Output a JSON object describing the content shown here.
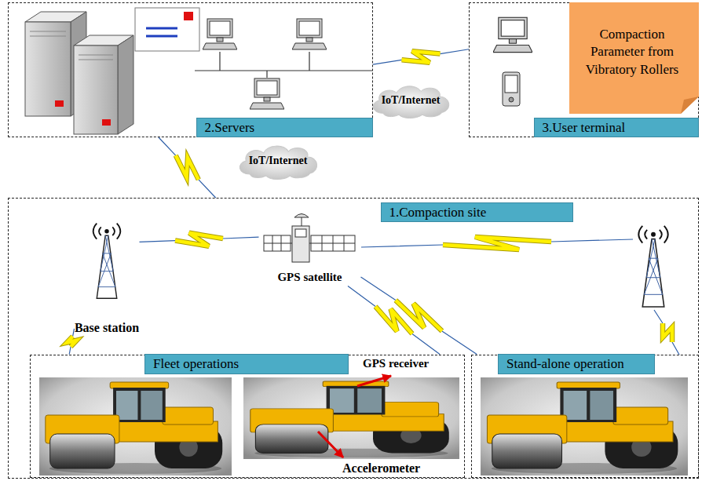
{
  "diagram": {
    "nodes": [
      {
        "text": [
          "2.Servers"
        ]
      },
      {
        "text": [
          "3.User terminal"
        ]
      },
      {
        "text": [
          "Compaction Parameter from Vibratory Rollers"
        ],
        "in": 1
      },
      {
        "text": [
          "1.Compaction site"
        ]
      },
      {
        "text": [
          "GPS satellite"
        ],
        "in": 3
      },
      {
        "text": [
          "Base station"
        ],
        "in": 3
      },
      {
        "text": [
          "Fleet operations"
        ],
        "in": 3
      },
      {
        "text": [
          "Stand-alone operation"
        ],
        "in": 3
      },
      {
        "text": [
          "IoT/Internet"
        ]
      },
      {
        "text": [
          "IoT/Internet"
        ]
      }
    ],
    "edges": [
      {
        "from": 0,
        "to": 1,
        "arrow": "none"
      },
      {
        "from": 0,
        "to": 3,
        "arrow": "none"
      },
      {
        "from": 4,
        "to": 5,
        "arrow": "none"
      },
      {
        "from": 5,
        "to": 6,
        "arrow": "none"
      },
      {
        "from": 4,
        "to": 6,
        "arrow": "none"
      },
      {
        "from": 4,
        "to": 7,
        "arrow": "none"
      }
    ],
    "labels": [
      "GPS receiver",
      "Accelerometer"
    ]
  }
}
